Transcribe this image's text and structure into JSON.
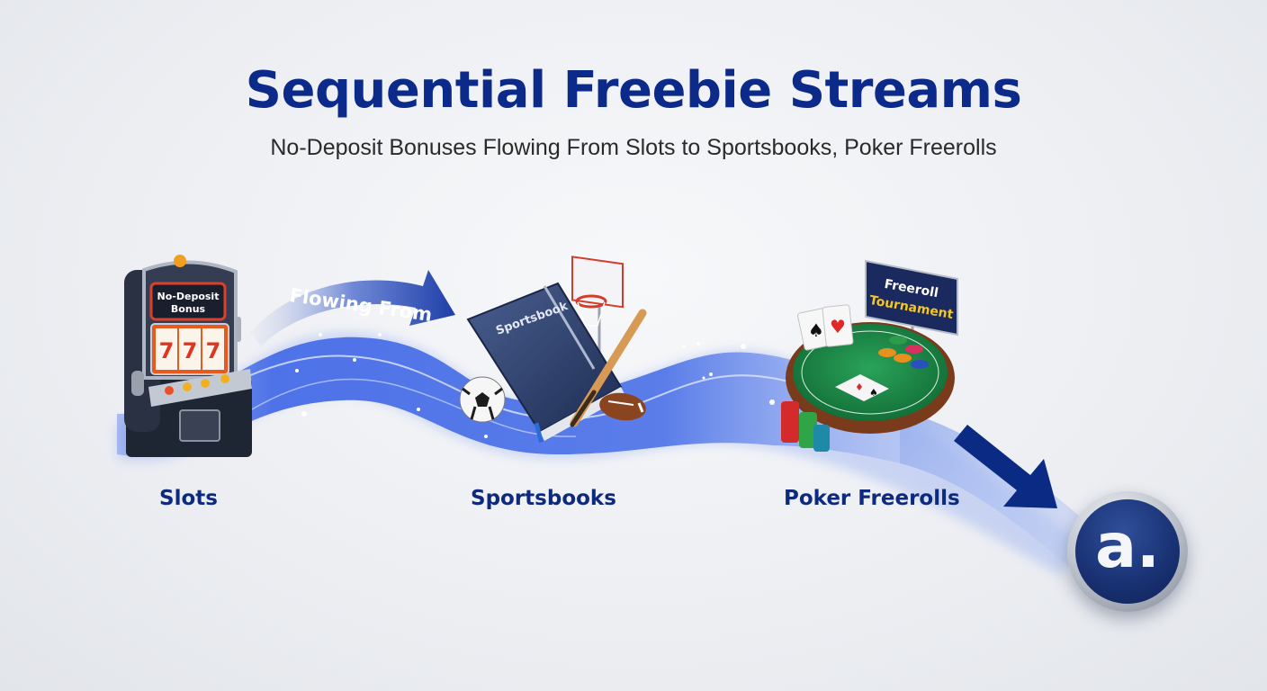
{
  "title": "Sequential Freebie Streams",
  "subtitle": "No-Deposit Bonuses Flowing From Slots to Sportsbooks, Poker Freerolls",
  "flow_arrow_label": "Flowing From",
  "stages": [
    {
      "label": "Slots",
      "icon": "slot-machine-icon",
      "sign_text": "No-Deposit Bonus",
      "reels": "777"
    },
    {
      "label": "Sportsbooks",
      "icon": "sportsbook-icon",
      "book_text": "Sportsbook"
    },
    {
      "label": "Poker Freerolls",
      "icon": "poker-table-icon",
      "sign_line1": "Freeroll",
      "sign_line2": "Tournament"
    }
  ],
  "logo": {
    "letter": "a",
    "dot": "."
  },
  "colors": {
    "title": "#0b2a8a",
    "stream": "#4f74e6",
    "stream_light": "#a9bdf3",
    "arrow": "#0a2a84",
    "felt": "#1e8a4a",
    "background": "#eceef2"
  }
}
